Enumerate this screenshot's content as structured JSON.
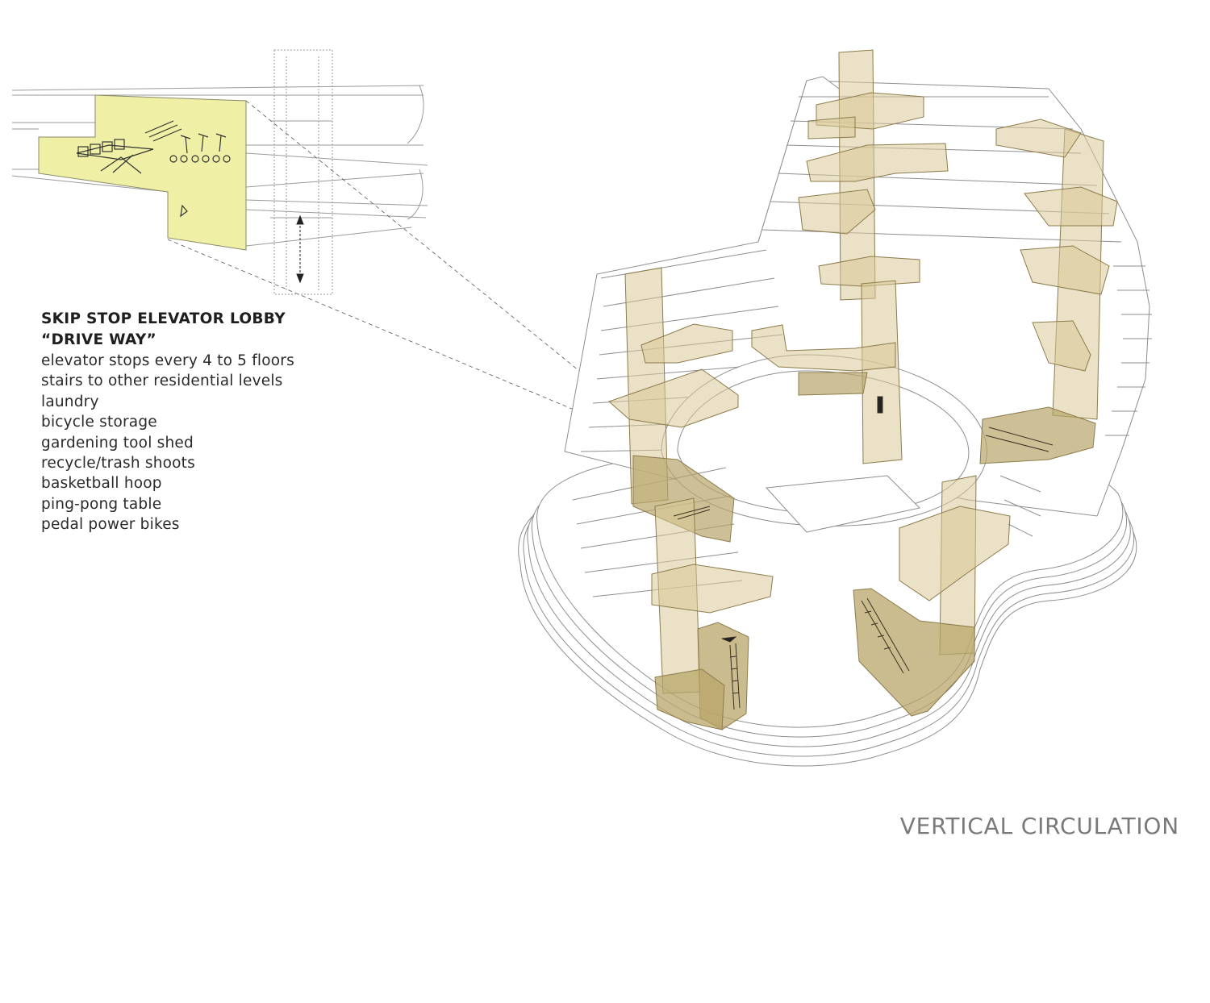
{
  "callout": {
    "title_line1": "SKIP STOP ELEVATOR LOBBY",
    "title_line2": "“DRIVE WAY”",
    "items": [
      "elevator stops every 4 to 5 floors",
      "stairs to other residential levels",
      "laundry",
      "bicycle storage",
      "gardening tool shed",
      "recycle/trash shoots",
      "basketball hoop",
      "ping-pong table",
      "pedal power bikes"
    ]
  },
  "diagram_title": "VERTICAL CIRCULATION",
  "colors": {
    "lobby_fill": "#efefa6",
    "core_fill": "#d8c998",
    "core_fill_dark": "#b8a56a",
    "outline": "#8a8a8a",
    "title_gray": "#7a7a7a"
  }
}
